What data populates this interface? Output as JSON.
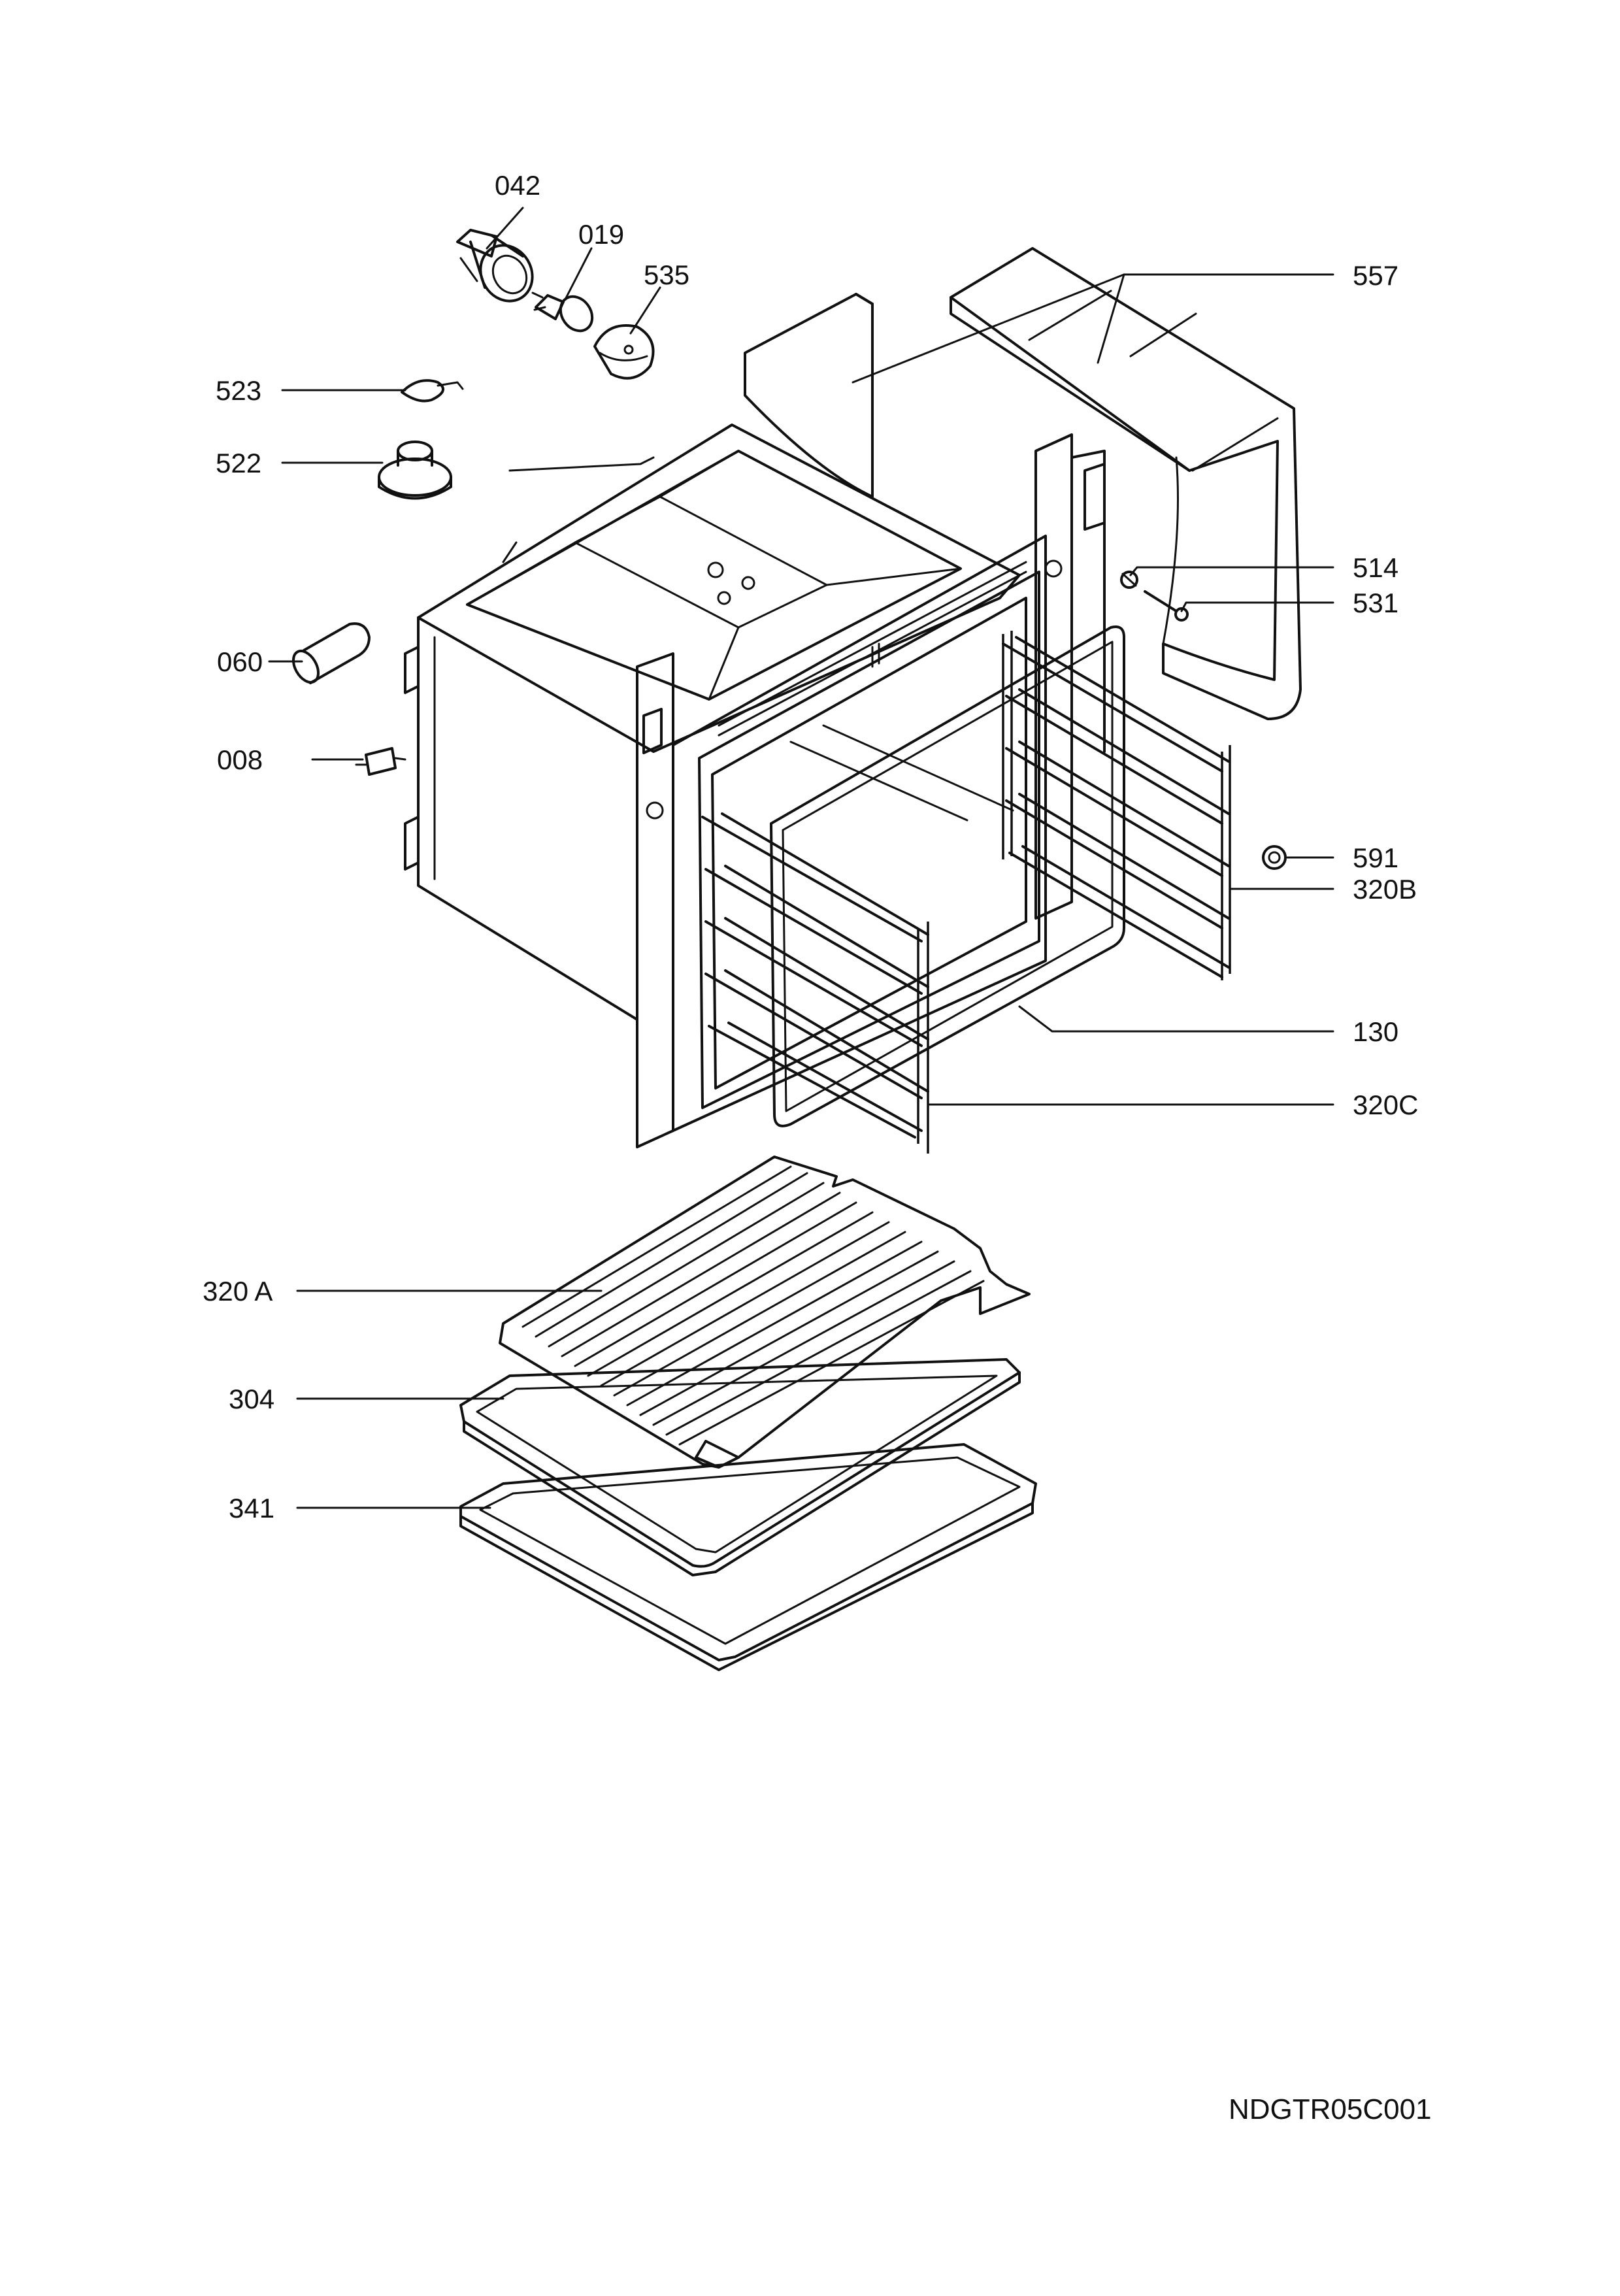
{
  "diagram": {
    "drawing_code": "NDGTR05C001",
    "callouts": [
      {
        "id": "042",
        "label": "042"
      },
      {
        "id": "019",
        "label": "019"
      },
      {
        "id": "535",
        "label": "535"
      },
      {
        "id": "557",
        "label": "557"
      },
      {
        "id": "523",
        "label": "523"
      },
      {
        "id": "522",
        "label": "522"
      },
      {
        "id": "514",
        "label": "514"
      },
      {
        "id": "531",
        "label": "531"
      },
      {
        "id": "060",
        "label": "060"
      },
      {
        "id": "008",
        "label": "008"
      },
      {
        "id": "591",
        "label": "591"
      },
      {
        "id": "320B",
        "label": "320B"
      },
      {
        "id": "130",
        "label": "130"
      },
      {
        "id": "320C",
        "label": "320C"
      },
      {
        "id": "320A",
        "label": "320 A"
      },
      {
        "id": "304",
        "label": "304"
      },
      {
        "id": "341",
        "label": "341"
      }
    ]
  }
}
